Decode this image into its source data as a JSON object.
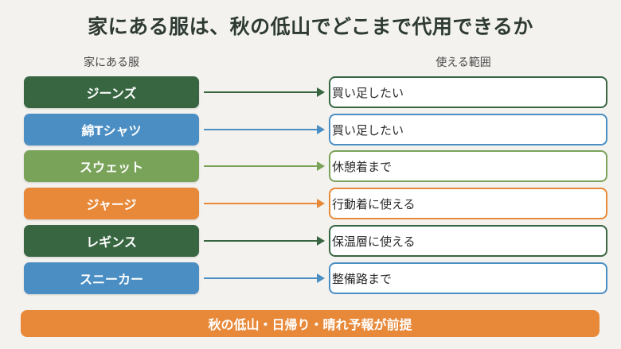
{
  "title": "家にある服は、秋の低山でどこまで代用できるか",
  "headers": {
    "left": "家にある服",
    "right": "使える範囲"
  },
  "colors": {
    "dark_green": "#386641",
    "blue": "#4a8ec4",
    "light_green": "#7aa35a",
    "orange": "#e8893a"
  },
  "rows": [
    {
      "item": "ジーンズ",
      "range": "買い足したい",
      "color": "#386641"
    },
    {
      "item": "綿Tシャツ",
      "range": "買い足したい",
      "color": "#4a8ec4"
    },
    {
      "item": "スウェット",
      "range": "休憩着まで",
      "color": "#7aa35a"
    },
    {
      "item": "ジャージ",
      "range": "行動着に使える",
      "color": "#e8893a"
    },
    {
      "item": "レギンス",
      "range": "保温層に使える",
      "color": "#386641"
    },
    {
      "item": "スニーカー",
      "range": "整備路まで",
      "color": "#4a8ec4"
    }
  ],
  "footer": {
    "text": "秋の低山・日帰り・晴れ予報が前提",
    "color": "#e8893a"
  }
}
